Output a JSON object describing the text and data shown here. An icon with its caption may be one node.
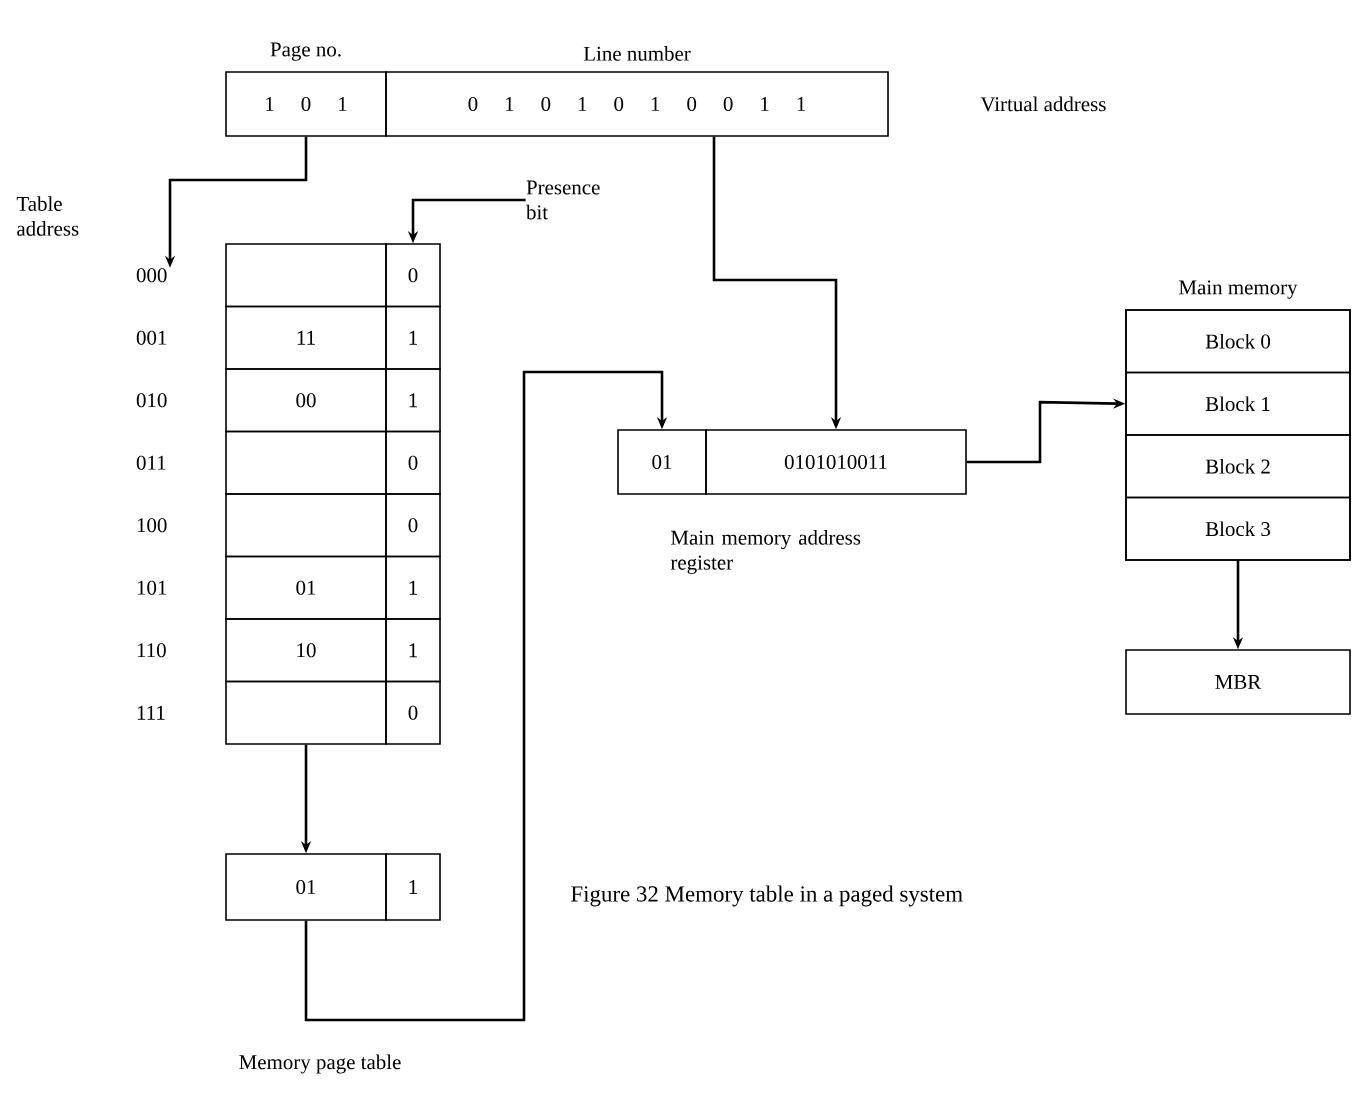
{
  "diagram": {
    "caption": "Figure 32 Memory table in a paged system",
    "nodes": [
      {
        "text": [
          "Page no.",
          "1 0 1"
        ]
      },
      {
        "text": [
          "Line number",
          "0 1 0 1 0 1 0 0 1 1"
        ]
      },
      {
        "text": [
          "Presence bit"
        ]
      },
      {
        "text": [
          "000"
        ]
      },
      {
        "text": [],
        "shape": "box"
      },
      {
        "text": [
          "0"
        ]
      },
      {
        "text": [
          "001"
        ]
      },
      {
        "text": [
          "11"
        ]
      },
      {
        "text": [
          "1"
        ]
      },
      {
        "text": [
          "010"
        ]
      },
      {
        "text": [
          "00"
        ]
      },
      {
        "text": [
          "1"
        ]
      },
      {
        "text": [
          "011"
        ]
      },
      {
        "text": [],
        "shape": "box"
      },
      {
        "text": [
          "0"
        ]
      },
      {
        "text": [
          "100"
        ]
      },
      {
        "text": [],
        "shape": "box"
      },
      {
        "text": [
          "0"
        ]
      },
      {
        "text": [
          "101"
        ]
      },
      {
        "text": [
          "01"
        ]
      },
      {
        "text": [
          "1"
        ]
      },
      {
        "text": [
          "110"
        ]
      },
      {
        "text": [
          "10"
        ]
      },
      {
        "text": [
          "1"
        ]
      },
      {
        "text": [
          "111"
        ]
      },
      {
        "text": [],
        "shape": "box"
      },
      {
        "text": [
          "0"
        ]
      },
      {
        "text": [
          "01"
        ]
      },
      {
        "text": [
          "0101010011"
        ]
      },
      {
        "text": [
          "Main memory"
        ]
      },
      {
        "text": [
          "Block 0"
        ],
        "in": 29
      },
      {
        "text": [
          "Block 1"
        ],
        "in": 29
      },
      {
        "text": [
          "Block 2"
        ],
        "in": 29
      },
      {
        "text": [
          "Block 3"
        ],
        "in": 29
      },
      {
        "text": [
          "MBR"
        ]
      },
      {
        "text": [
          "01"
        ]
      },
      {
        "text": [
          "1"
        ]
      }
    ],
    "edges": [
      {
        "from": 0,
        "to": 3,
        "arrow": "to",
        "label": "Table address"
      },
      {
        "from": 2,
        "to": 5,
        "arrow": "to"
      },
      {
        "from": 1,
        "to": 28,
        "arrow": "to"
      },
      {
        "from": 28,
        "to": 31,
        "arrow": "to"
      },
      {
        "from": 29,
        "to": 34,
        "arrow": "to"
      },
      {
        "from": 25,
        "to": 35,
        "arrow": "to"
      },
      {
        "from": 35,
        "to": 27,
        "arrow": "to"
      }
    ],
    "labels": [
      "Virtual address",
      "Main memory address register",
      "Memory page table"
    ]
  }
}
